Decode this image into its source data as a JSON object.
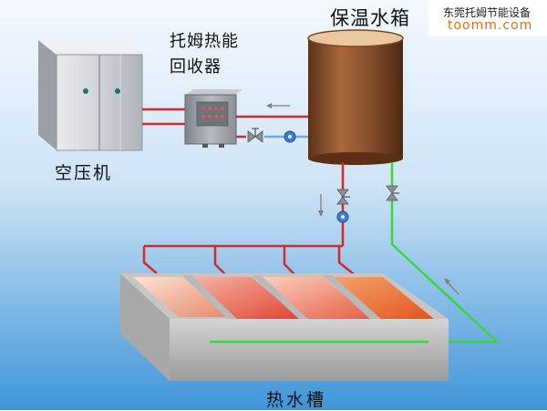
{
  "labels": {
    "tank": "保温水箱",
    "recovery_line1": "托姆热能",
    "recovery_line2": "回收器",
    "compressor": "空压机",
    "trough": "热水槽"
  },
  "watermark": {
    "name": "东莞托姆节能设备",
    "site": "toomm.com"
  },
  "colors": {
    "hot_pipe": "#d42a2a",
    "cold_pipe": "#38d83a",
    "tank_body": "#8c5330",
    "background_top": "#f4f9fd",
    "background_bottom": "#3f95d8",
    "brand_text": "#e86a12"
  },
  "icons": [
    "valve-icon",
    "pump-icon",
    "flow-arrow-icon"
  ]
}
